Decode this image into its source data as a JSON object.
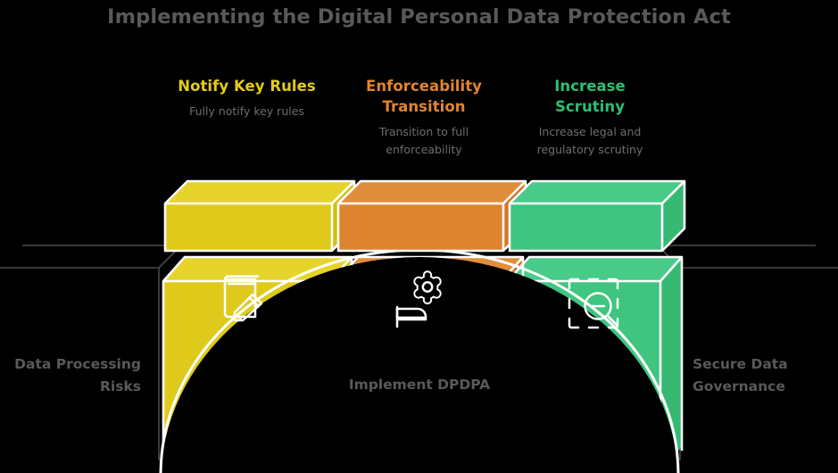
{
  "page": {
    "title": "Implementing the Digital Personal Data Protection Act",
    "background_color": "#000000",
    "text_color": "#58595b"
  },
  "colors": {
    "yellow": "#DFCA1C",
    "yellow_top": "#E6D42A",
    "yellow_side": "#D3BE12",
    "yellow_text": "#e3cc13",
    "orange": "#DE8430",
    "orange_top": "#E08D3C",
    "orange_side": "#D2762A",
    "orange_text": "#e08530",
    "green": "#3FC57F",
    "green_top": "#48CB88",
    "green_side": "#35B973",
    "green_text": "#2fbe72",
    "outline": "#FFFFFF",
    "ground_line": "#4a4a4c"
  },
  "columns": [
    {
      "id": "notify-key-rules",
      "title": "Notify Key Rules",
      "subtitle": "Fully notify key rules",
      "color_key": "yellow",
      "icon": "notebook-pencil-icon"
    },
    {
      "id": "enforceability-transition",
      "title": "Enforceability\nTransition",
      "title_line1": "Enforceability",
      "title_line2": "Transition",
      "subtitle": "Transition to full enforceability",
      "subtitle_line1": "Transition to full",
      "subtitle_line2": "enforceability",
      "color_key": "orange",
      "icon": "gear-flag-icon"
    },
    {
      "id": "increase-scrutiny",
      "title": "Increase\nScrutiny",
      "title_line1": "Increase",
      "title_line2": "Scrutiny",
      "subtitle": "Increase legal and regulatory scrutiny",
      "subtitle_line1": "Increase legal and",
      "subtitle_line2": "regulatory scrutiny",
      "color_key": "green",
      "icon": "dashed-box-magnifier-minus-icon"
    }
  ],
  "side_labels": {
    "left_line1": "Data Processing",
    "left_line2": "Risks",
    "right_line1": "Secure Data",
    "right_line2": "Governance"
  },
  "center_caption": "Implement DPDPA"
}
